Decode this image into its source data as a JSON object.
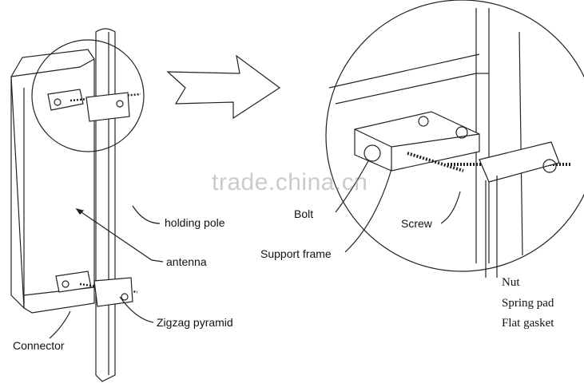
{
  "watermark": "trade.china.cn",
  "left_labels": {
    "holding_pole": "holding pole",
    "antenna": "antenna",
    "zigzag_pyramid": "Zigzag pyramid",
    "connector": "Connector"
  },
  "right_labels": {
    "bolt": "Bolt",
    "support_frame": "Support frame",
    "screw": "Screw",
    "nut": "Nut",
    "spring_pad": "Spring pad",
    "flat_gasket": "Flat gasket"
  }
}
